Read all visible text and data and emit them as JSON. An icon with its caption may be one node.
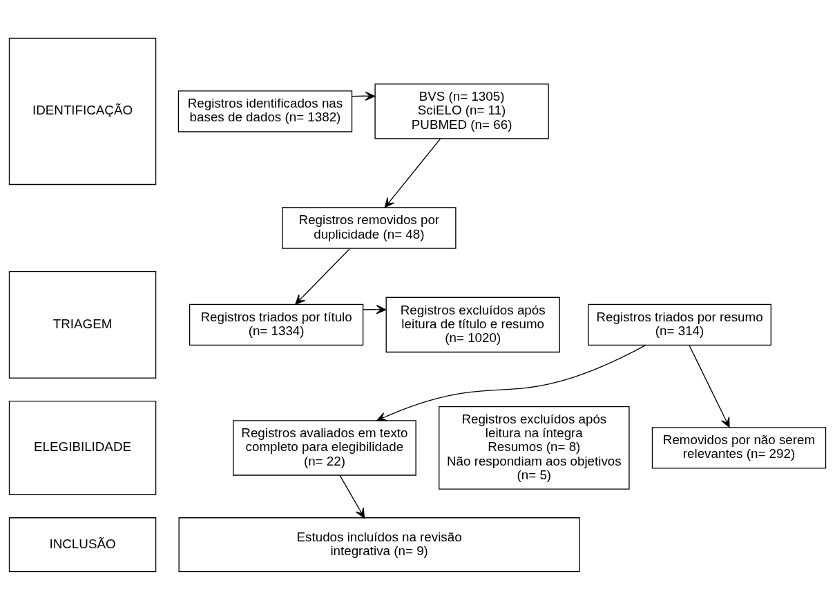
{
  "diagram": {
    "nodes": [
      {
        "text": [
          "IDENTIFICAÇÃO"
        ]
      },
      {
        "text": [
          "Registros identificados nas bases de dados (n= 1382)"
        ]
      },
      {
        "text": [
          "BVS (n= 1305)",
          "SciELO (n= 11)",
          "PUBMED (n= 66)"
        ]
      },
      {
        "text": [
          "Registros removidos por duplicidade (n= 48)"
        ]
      },
      {
        "text": [
          "TRIAGEM"
        ]
      },
      {
        "text": [
          "Registros triados por título (n= 1334)"
        ]
      },
      {
        "text": [
          "Registros excluídos após leitura de título e resumo (n= 1020)"
        ]
      },
      {
        "text": [
          "Registros triados por resumo (n= 314)"
        ]
      },
      {
        "text": [
          "Removidos por não serem relevantes (n= 292)"
        ]
      },
      {
        "text": [
          "ELEGIBILIDADE"
        ]
      },
      {
        "text": [
          "Registros avaliados em texto completo para elegibilidade (n= 22)"
        ]
      },
      {
        "text": [
          "Registros excluídos após leitura na íntegra",
          "Resumos (n= 8)",
          "Não respondiam aos objetivos (n= 5)"
        ]
      },
      {
        "text": [
          "INCLUSÃO"
        ]
      },
      {
        "text": [
          "Estudos incluídos na revisão integrativa (n= 9)"
        ]
      }
    ],
    "edges": [
      {
        "from": 1,
        "to": 2,
        "arrow": "to"
      },
      {
        "from": 2,
        "to": 3,
        "arrow": "to"
      },
      {
        "from": 3,
        "to": 5,
        "arrow": "to"
      },
      {
        "from": 5,
        "to": 6,
        "arrow": "to"
      },
      {
        "from": 7,
        "to": 8,
        "arrow": "to"
      },
      {
        "from": 7,
        "to": 10,
        "arrow": "to"
      },
      {
        "from": 10,
        "to": 13,
        "arrow": "to"
      }
    ]
  }
}
